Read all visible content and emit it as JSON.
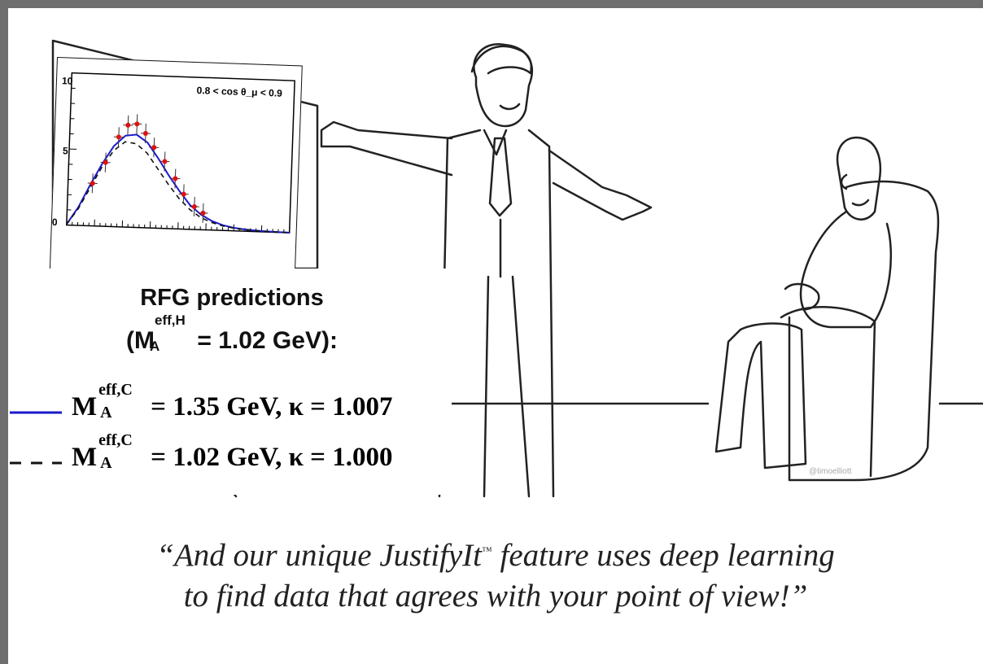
{
  "chart_data": {
    "type": "line",
    "annotation": "0.8 < cos θ_μ < 0.9",
    "yticks": [
      "10",
      "5",
      "0"
    ],
    "ylim": [
      0,
      10
    ],
    "series": [
      {
        "style": "solid-blue",
        "x": [
          0,
          1,
          2,
          3,
          4,
          5,
          6,
          7,
          8,
          9,
          10,
          11,
          12,
          13,
          14,
          15,
          16,
          17,
          18,
          19,
          20
        ],
        "values": [
          0.05,
          1.2,
          2.7,
          4.1,
          5.3,
          6.0,
          6.1,
          5.6,
          4.6,
          3.5,
          2.5,
          1.6,
          1.0,
          0.6,
          0.35,
          0.2,
          0.12,
          0.07,
          0.04,
          0.02,
          0.01
        ]
      },
      {
        "style": "dashed-black",
        "x": [
          0,
          1,
          2,
          3,
          4,
          5,
          6,
          7,
          8,
          9,
          10,
          11,
          12,
          13,
          14,
          15,
          16,
          17,
          18,
          19,
          20
        ],
        "values": [
          0.05,
          1.1,
          2.5,
          3.9,
          5.0,
          5.6,
          5.5,
          4.9,
          3.9,
          2.9,
          2.0,
          1.3,
          0.8,
          0.5,
          0.3,
          0.18,
          0.1,
          0.06,
          0.03,
          0.02,
          0.01
        ]
      },
      {
        "style": "red-points",
        "x": [
          2.2,
          3.3,
          4.4,
          5.2,
          6.0,
          6.8,
          7.6,
          8.6,
          9.6,
          10.4,
          11.4,
          12.2
        ],
        "values": [
          2.8,
          4.2,
          5.9,
          6.7,
          6.8,
          6.2,
          5.3,
          4.4,
          3.3,
          2.3,
          1.5,
          1.1
        ]
      }
    ]
  },
  "legend": {
    "title_line1": "RFG predictions",
    "title_line2_open": "(M",
    "title_line2_sup": "eff,H",
    "title_line2_sub": "A",
    "title_line2_rest": " = 1.02 GeV):",
    "row1_sup": "eff,C",
    "row1_sub": "A",
    "row1_text": "= 1.35 GeV, κ = 1.007",
    "row2_sup": "eff,C",
    "row2_sub": "A",
    "row2_text": "= 1.02 GeV, κ = 1.000",
    "m_symbol": "M",
    "solid_color": "#1a1acc",
    "dashed_color": "#111111"
  },
  "caption": {
    "line1_pre": "“And our unique JustifyIt",
    "tm": "™",
    "line1_post": " feature uses deep learning",
    "line2": "to find data that agrees with your point of view!”"
  },
  "credit": "@timoelliott"
}
